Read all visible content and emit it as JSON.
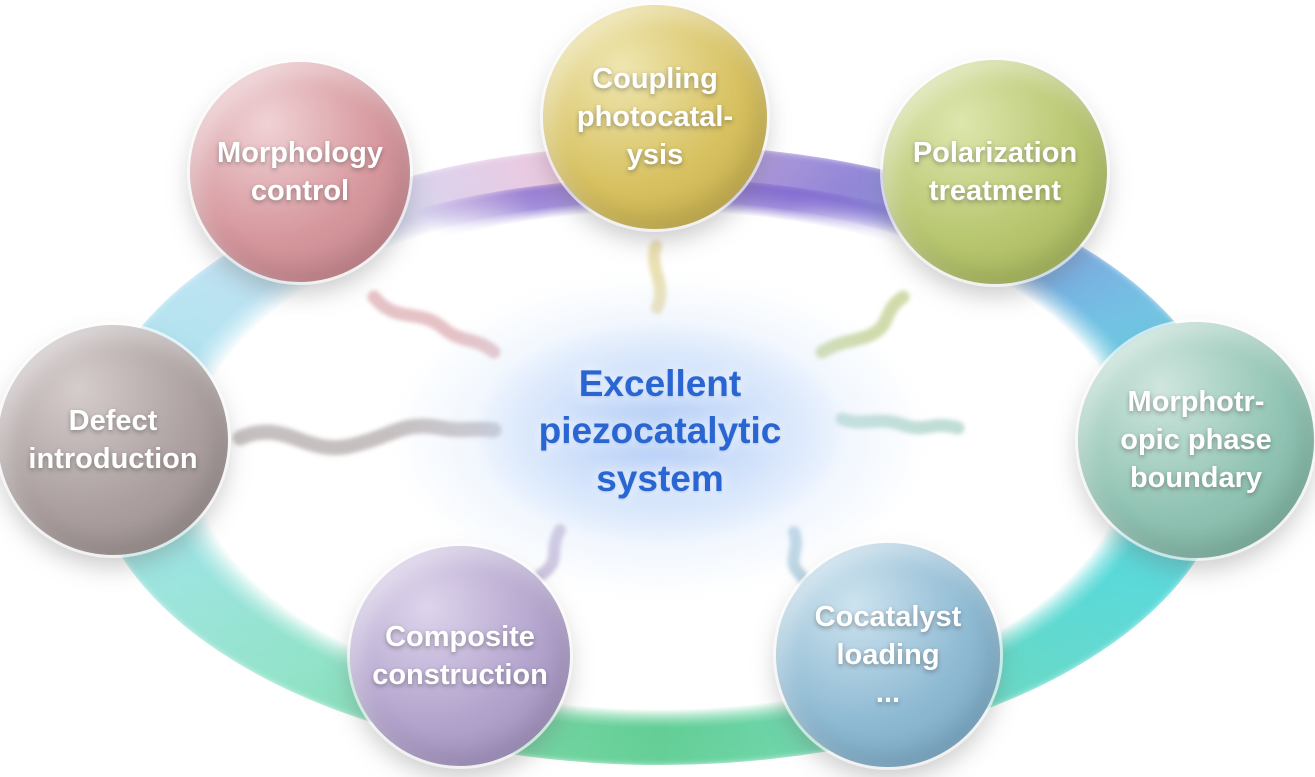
{
  "center": {
    "title": "Excellent\npiezocatalytic\nsystem",
    "color": "#2a66d2"
  },
  "nodes": [
    {
      "id": "morphology-control",
      "label": "Morphology\ncontrol",
      "color": "#d5969c",
      "connector_color": "#cf9098"
    },
    {
      "id": "coupling-photocatalysis",
      "label": "Coupling\nphotocatal-\nysis",
      "color": "#d7c160",
      "connector_color": "#d8c468"
    },
    {
      "id": "polarization-treatment",
      "label": "Polarization\ntreatment",
      "color": "#b7c66f",
      "connector_color": "#a9bd66"
    },
    {
      "id": "defect-introduction",
      "label": "Defect\nintroduction",
      "color": "#ab9f9f",
      "connector_color": "#a09595"
    },
    {
      "id": "morphotropic-phase-boundary",
      "label": "Morphotr-\nopic  phase\nboundary",
      "color": "#90c3b3",
      "connector_color": "#8cc2b2"
    },
    {
      "id": "composite-construction",
      "label": "Composite\nconstruction",
      "color": "#b2a3cc",
      "connector_color": "#a593c2"
    },
    {
      "id": "cocatalyst-loading",
      "label": "Cocatalyst\nloading\n...",
      "color": "#8db9d2",
      "connector_color": "#85b2cc"
    }
  ],
  "ring_colors": {
    "top_purple": "#8f82d6",
    "right_cyan": "#62dbe4",
    "bottom_green": "#5ecd92",
    "left_cyan": "#9fe4ea",
    "top_left_pink": "#ecc6de"
  }
}
